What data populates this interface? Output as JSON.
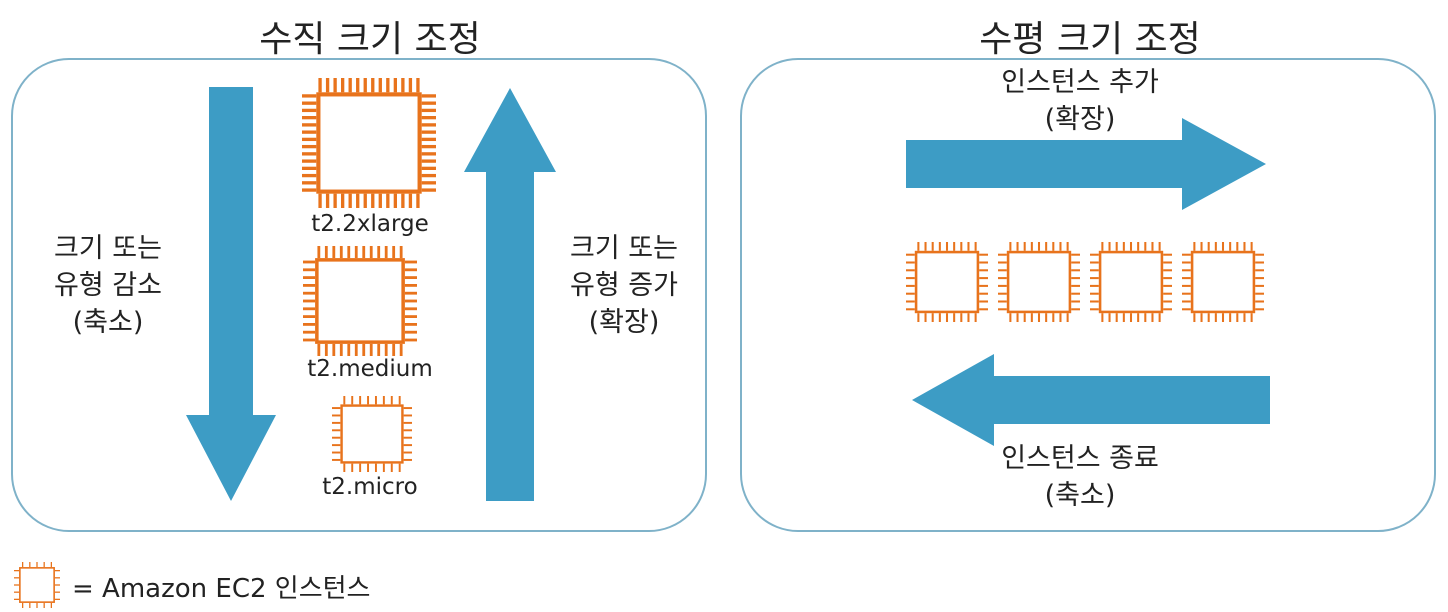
{
  "vertical_scaling": {
    "title": "수직 크기 조정",
    "decrease_label": [
      "크기 또는",
      "유형 감소",
      "(축소)"
    ],
    "increase_label": [
      "크기 또는",
      "유형 증가",
      "(확장)"
    ],
    "instances": [
      "t2.2xlarge",
      "t2.medium",
      "t2.micro"
    ]
  },
  "horizontal_scaling": {
    "title": "수평 크기 조정",
    "add_label": [
      "인스턴스 추가",
      "(확장)"
    ],
    "terminate_label": [
      "인스턴스 종료",
      "(축소)"
    ],
    "instance_count": 4
  },
  "legend": {
    "text": "= Amazon EC2 인스턴스"
  },
  "colors": {
    "arrow": "#3d9cc5",
    "chip": "#e8731c",
    "panel_border": "#7fb2c9"
  }
}
